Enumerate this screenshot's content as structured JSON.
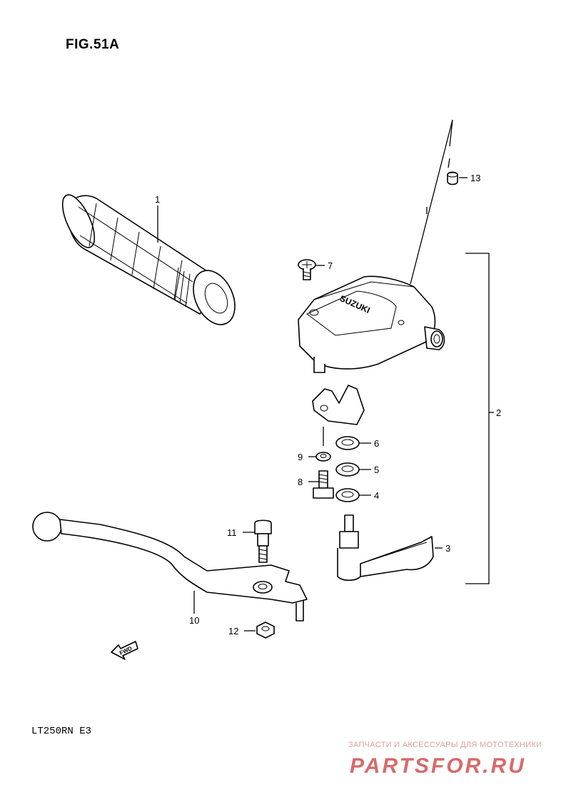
{
  "figure": {
    "title": "FIG.51A",
    "model": "LT250RN E3"
  },
  "callouts": [
    {
      "id": "1",
      "label": "1"
    },
    {
      "id": "2",
      "label": "2"
    },
    {
      "id": "3",
      "label": "3"
    },
    {
      "id": "4",
      "label": "4"
    },
    {
      "id": "5",
      "label": "5"
    },
    {
      "id": "6",
      "label": "6"
    },
    {
      "id": "7",
      "label": "7"
    },
    {
      "id": "8",
      "label": "8"
    },
    {
      "id": "9",
      "label": "9"
    },
    {
      "id": "10",
      "label": "10"
    },
    {
      "id": "11",
      "label": "11"
    },
    {
      "id": "12",
      "label": "12"
    },
    {
      "id": "13",
      "label": "13"
    }
  ],
  "fwd_marker": "FWD",
  "housing_logo": "SUZUKI",
  "watermark": {
    "tagline": "ЗАПЧАСТИ И АКСЕССУАРЫ ДЛЯ МОТОТЕХНИКИ",
    "brand": "PARTSFOR.RU"
  },
  "colors": {
    "line": "#000000",
    "watermark_light": "#d9a0a0",
    "watermark_brand": "#d86a6a"
  }
}
